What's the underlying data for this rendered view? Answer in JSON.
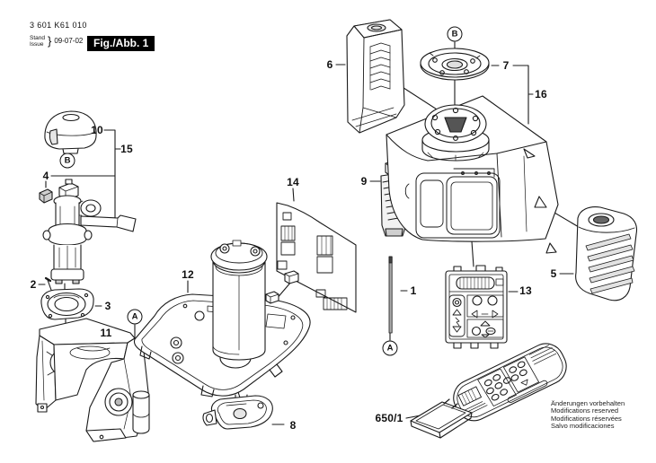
{
  "header": {
    "part_number": "3 601 K61 010",
    "stand": "Stand",
    "issue": "Issue",
    "date": "09-07-02",
    "figure": "Fig./Abb. 1"
  },
  "callouts": [
    {
      "label": "10"
    },
    {
      "label": "15"
    },
    {
      "label": "4"
    },
    {
      "label": "2"
    },
    {
      "label": "3"
    },
    {
      "label": "11"
    },
    {
      "label": "12"
    },
    {
      "label": "14"
    },
    {
      "label": "9"
    },
    {
      "label": "1"
    },
    {
      "label": "6"
    },
    {
      "label": "7"
    },
    {
      "label": "16"
    },
    {
      "label": "13"
    },
    {
      "label": "5"
    },
    {
      "label": "8"
    },
    {
      "label": "650/1"
    }
  ],
  "ref_markers": [
    {
      "label": "B"
    },
    {
      "label": "B"
    },
    {
      "label": "A"
    },
    {
      "label": "A"
    }
  ],
  "footer": {
    "lines": [
      "Änderungen vorbehalten",
      "Modifications reserved",
      "Modifications réservées",
      "Salvo modificaciones"
    ]
  },
  "colors": {
    "ink": "#1a1a1a",
    "paper": "#ffffff",
    "badge_bg": "#000000",
    "badge_fg": "#ffffff"
  }
}
